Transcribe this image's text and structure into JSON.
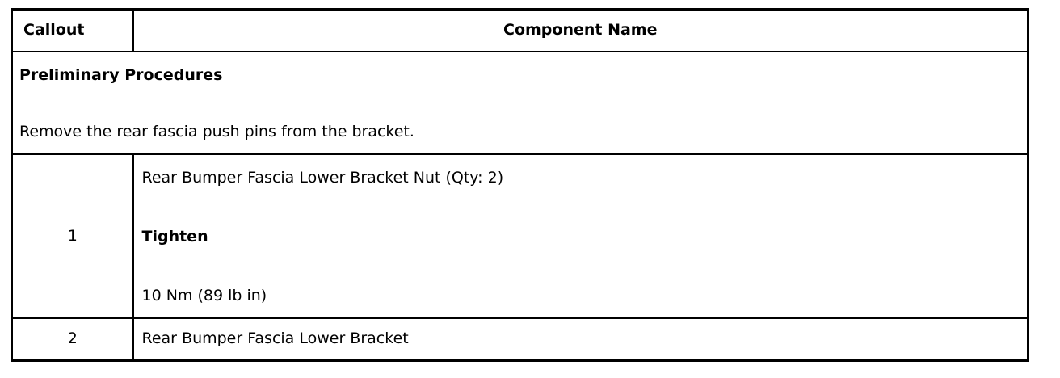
{
  "table": {
    "header": {
      "callout": "Callout",
      "component_name": "Component Name"
    },
    "preliminary": {
      "title": "Preliminary Procedures",
      "instruction": "Remove the rear fascia push pins from the bracket."
    },
    "rows": [
      {
        "callout": "1",
        "name": "Rear Bumper Fascia Lower Bracket Nut (Qty: 2)",
        "action": "Tighten",
        "torque": "10 Nm (89 lb in)"
      },
      {
        "callout": "2",
        "name": "Rear Bumper Fascia Lower Bracket"
      }
    ],
    "colors": {
      "border": "#000000",
      "background": "#ffffff",
      "text": "#000000"
    }
  }
}
